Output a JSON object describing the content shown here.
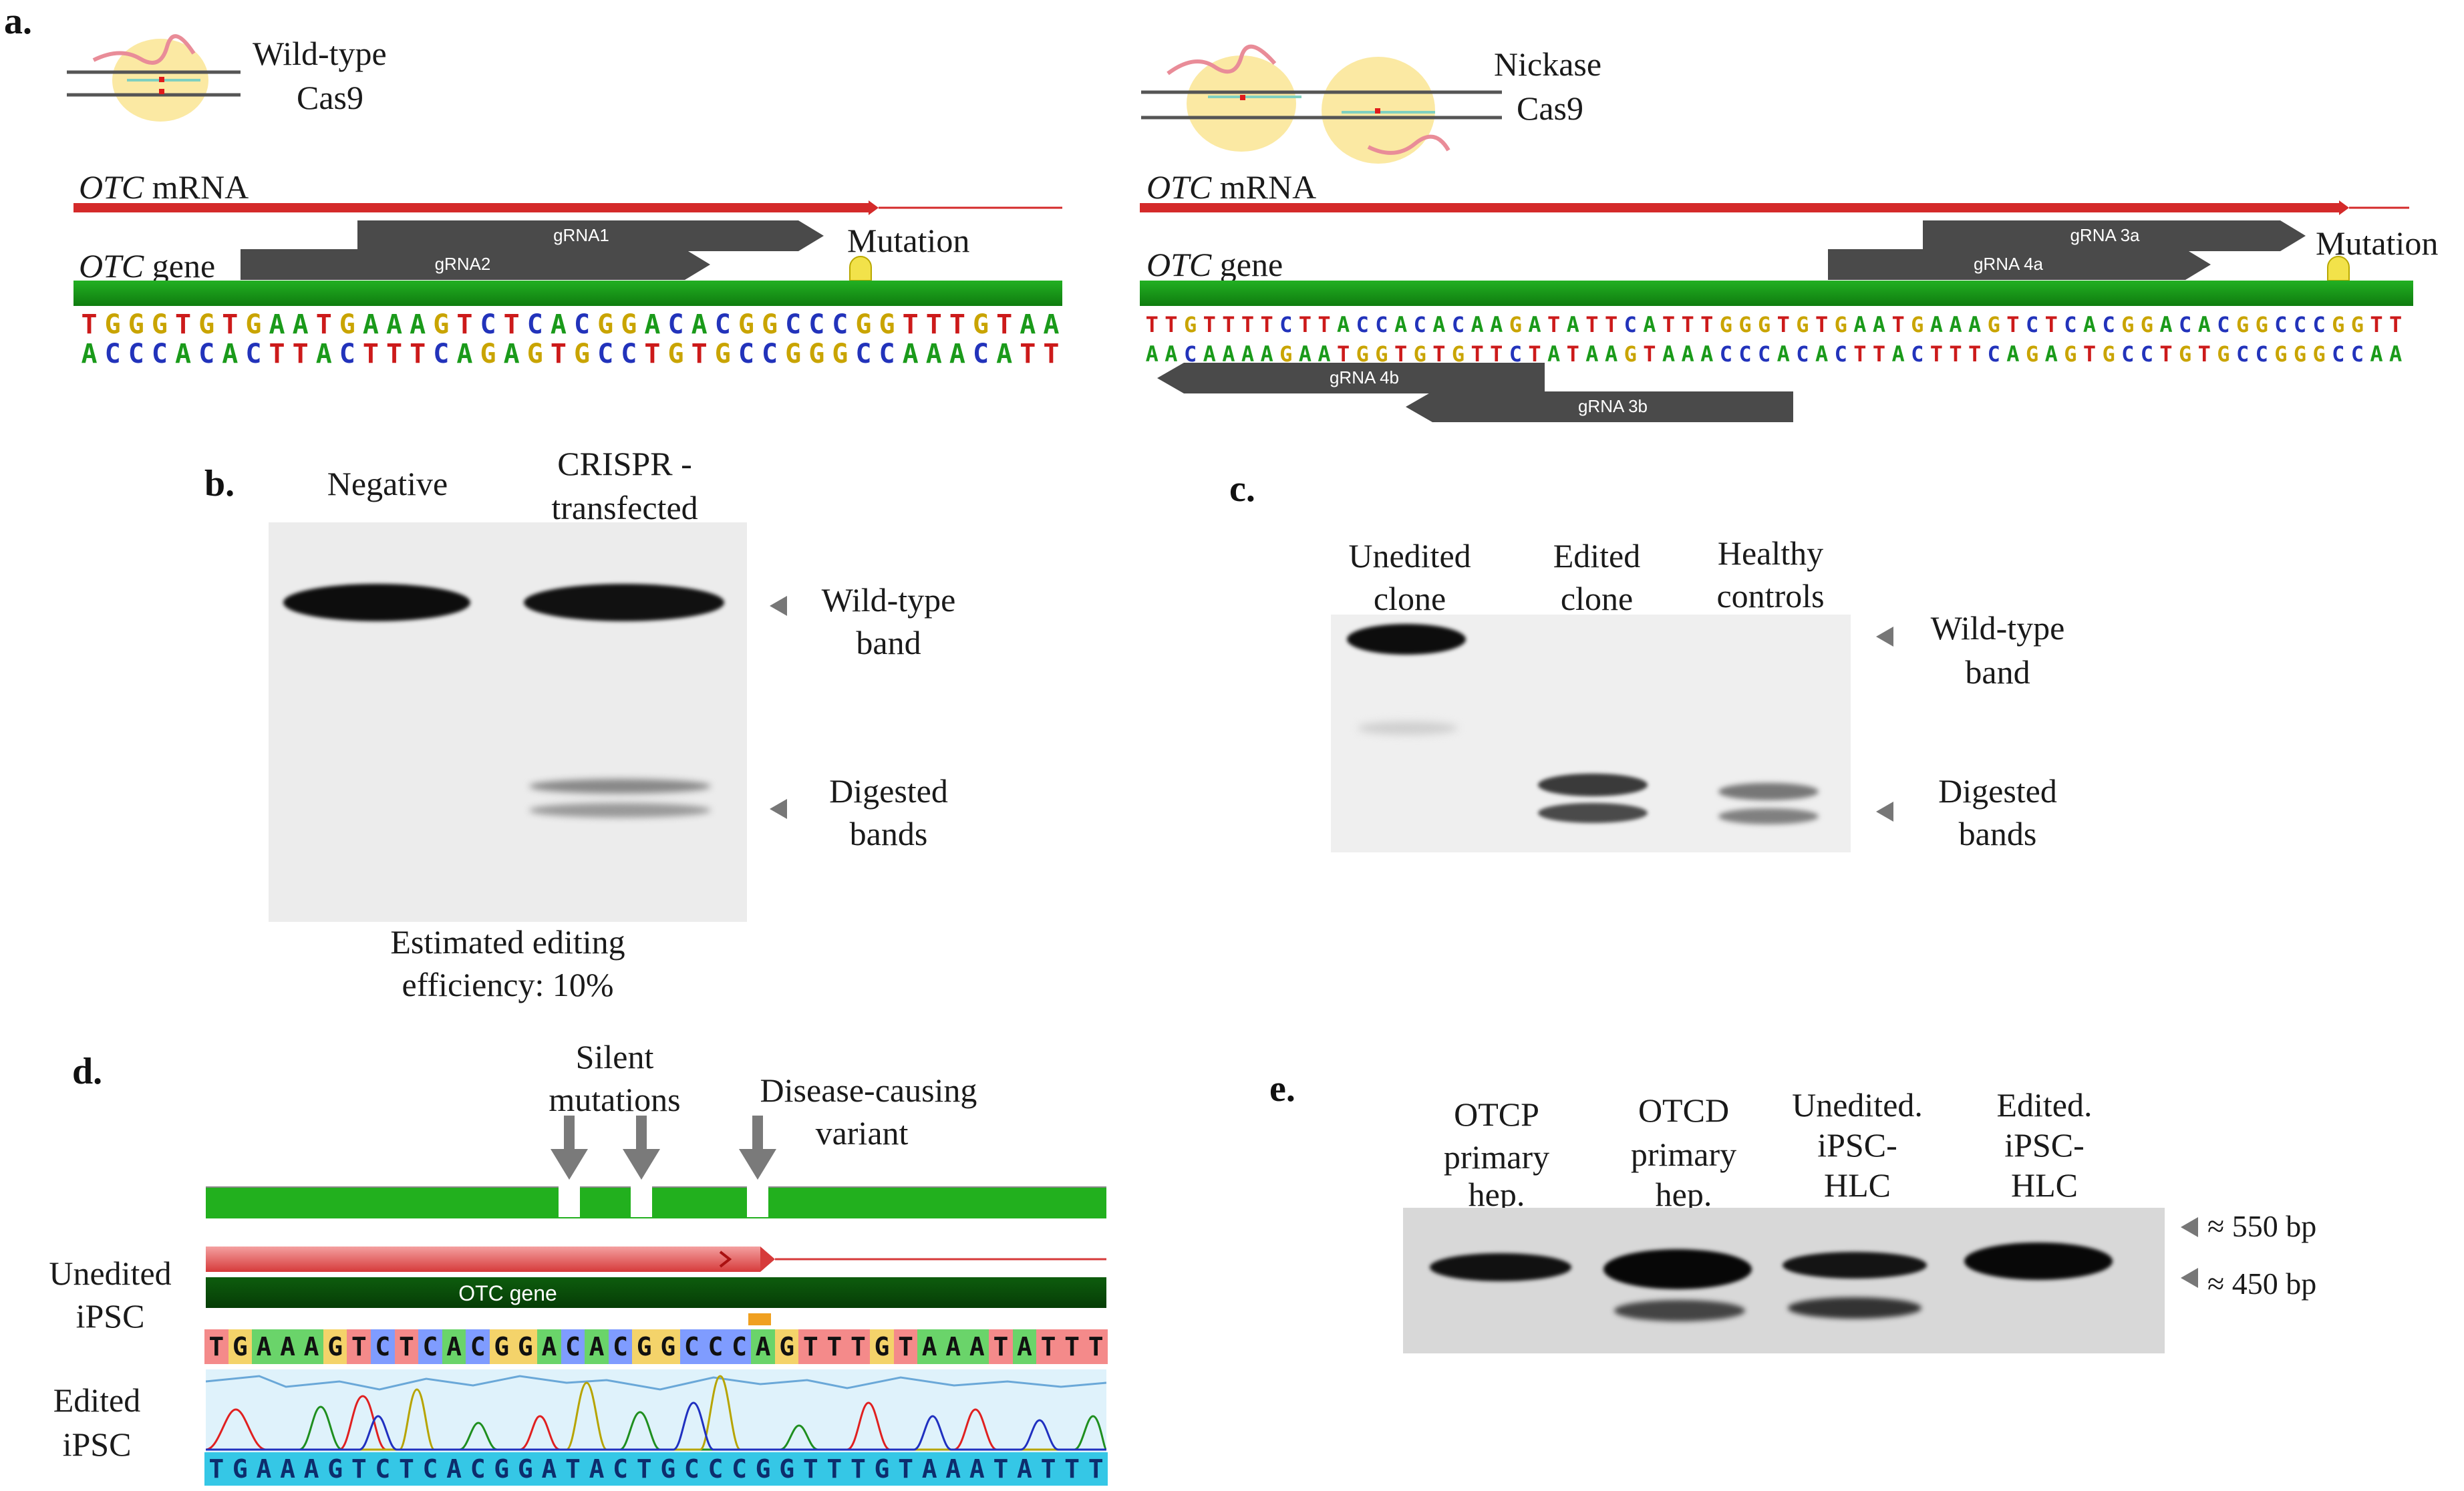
{
  "panel_a": {
    "label": "a.",
    "left": {
      "enzyme_line1": "Wild-type",
      "enzyme_line2": "Cas9",
      "mrna_gene": "OTC",
      "mrna_rest": " mRNA",
      "gene_gene": "OTC",
      "gene_rest": " gene",
      "mutation": "Mutation",
      "grna1": "gRNA1",
      "grna2": "gRNA2",
      "seq_top": "TGGGTGTGAATGAAAGTCTCACGGACACGGCCCGGTTTGTAA",
      "seq_bottom": "ACCCACACTTACTTTCAGAGTGCCTGTGCCGGGCCAAACATT"
    },
    "right": {
      "enzyme_line1": "Nickase",
      "enzyme_line2": "Cas9",
      "mrna_gene": "OTC",
      "mrna_rest": " mRNA",
      "gene_gene": "OTC",
      "gene_rest": " gene",
      "mutation": "Mutation",
      "grna3a": "gRNA 3a",
      "grna4a": "gRNA 4a",
      "grna4b": "gRNA 4b",
      "grna3b": "gRNA 3b",
      "seq_top": "TTGTTTTCTTACCACACAAGATATTCATTTGGGTGTGAATGAAAGTCTCACGGACACGGCCCGGTT",
      "seq_bottom": "AACAAAAGAATGGTGTGTTCTATAAGTAAACCCACACTTACTTTCAGAGTGCCTGTGCCGGGCCAA"
    }
  },
  "panel_b": {
    "label": "b.",
    "lane1": "Negative",
    "lane2_line1": "CRISPR -",
    "lane2_line2": "transfected",
    "wt_line1": "Wild-type",
    "wt_line2": "band",
    "dig_line1": "Digested",
    "dig_line2": "bands",
    "eff_line1": "Estimated editing",
    "eff_line2": "efficiency: 10%"
  },
  "panel_c": {
    "label": "c.",
    "lane1_line1": "Unedited",
    "lane1_line2": "clone",
    "lane2_line1": "Edited",
    "lane2_line2": "clone",
    "lane3_line1": "Healthy",
    "lane3_line2": "controls",
    "wt_line1": "Wild-type",
    "wt_line2": "band",
    "dig_line1": "Digested",
    "dig_line2": "bands"
  },
  "panel_d": {
    "label": "d.",
    "silent_line1": "Silent",
    "silent_line2": "mutations",
    "disease_line1": "Disease-causing",
    "disease_line2": "variant",
    "unedited_line1": "Unedited",
    "unedited_line2": "iPSC",
    "edited_line1": "Edited",
    "edited_line2": "iPSC",
    "gene_bar": "OTC gene",
    "seq_unedited": "TGAAAGTCTCACGGACACGGCCCAGTTTGTAAATATTT",
    "seq_edited": "TGAAAGTCTCACGGATACTGCCCGGTTTGTAAATATTT"
  },
  "panel_e": {
    "label": "e.",
    "lane1": [
      "OTCP",
      "primary",
      "hep."
    ],
    "lane2": [
      "OTCD",
      "primary",
      "hep."
    ],
    "lane3": [
      "Unedited.",
      "iPSC-",
      "HLC"
    ],
    "lane4": [
      "Edited.",
      "iPSC-",
      "HLC"
    ],
    "marker1": "≈ 550 bp",
    "marker2": "≈ 450 bp"
  },
  "colors": {
    "mrna_red": "#cc2222",
    "gene_green": "#1a9a1a",
    "grna_gray": "#4a4a4a",
    "base_A": "#1a9a1a",
    "base_C": "#2233bb",
    "base_G": "#c9a400",
    "base_T": "#cc1a1a"
  }
}
